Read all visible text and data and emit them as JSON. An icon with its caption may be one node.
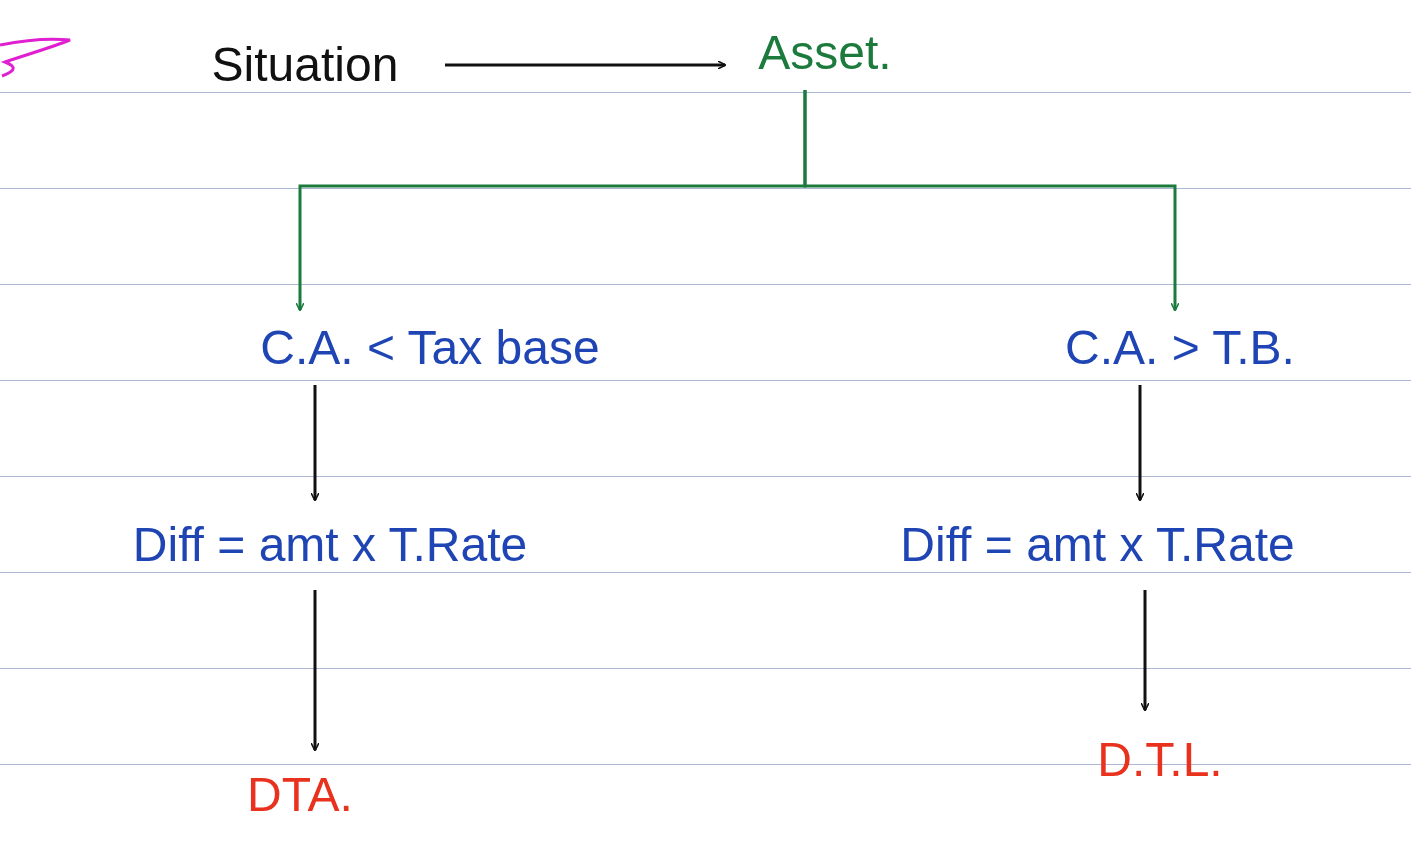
{
  "diagram": {
    "nodes": [
      {
        "text": [
          "Situation"
        ]
      },
      {
        "text": [
          "Asset."
        ]
      },
      {
        "text": [
          "C.A. < Tax base"
        ]
      },
      {
        "text": [
          "C.A. > T.B."
        ]
      },
      {
        "text": [
          "Diff = amt x T.Rate"
        ]
      },
      {
        "text": [
          "Diff = amt x T.Rate"
        ]
      },
      {
        "text": [
          "DTA."
        ]
      },
      {
        "text": [
          "D.T.L."
        ]
      }
    ],
    "edges": [
      {
        "from": 0,
        "to": 1,
        "arrow": "to"
      },
      {
        "from": 1,
        "to": 2,
        "arrow": "to",
        "color": "#1b7a3c"
      },
      {
        "from": 1,
        "to": 3,
        "arrow": "to",
        "color": "#1b7a3c"
      },
      {
        "from": 2,
        "to": 4,
        "arrow": "to"
      },
      {
        "from": 4,
        "to": 6,
        "arrow": "to"
      },
      {
        "from": 3,
        "to": 5,
        "arrow": "to"
      },
      {
        "from": 5,
        "to": 7,
        "arrow": "to"
      }
    ]
  }
}
